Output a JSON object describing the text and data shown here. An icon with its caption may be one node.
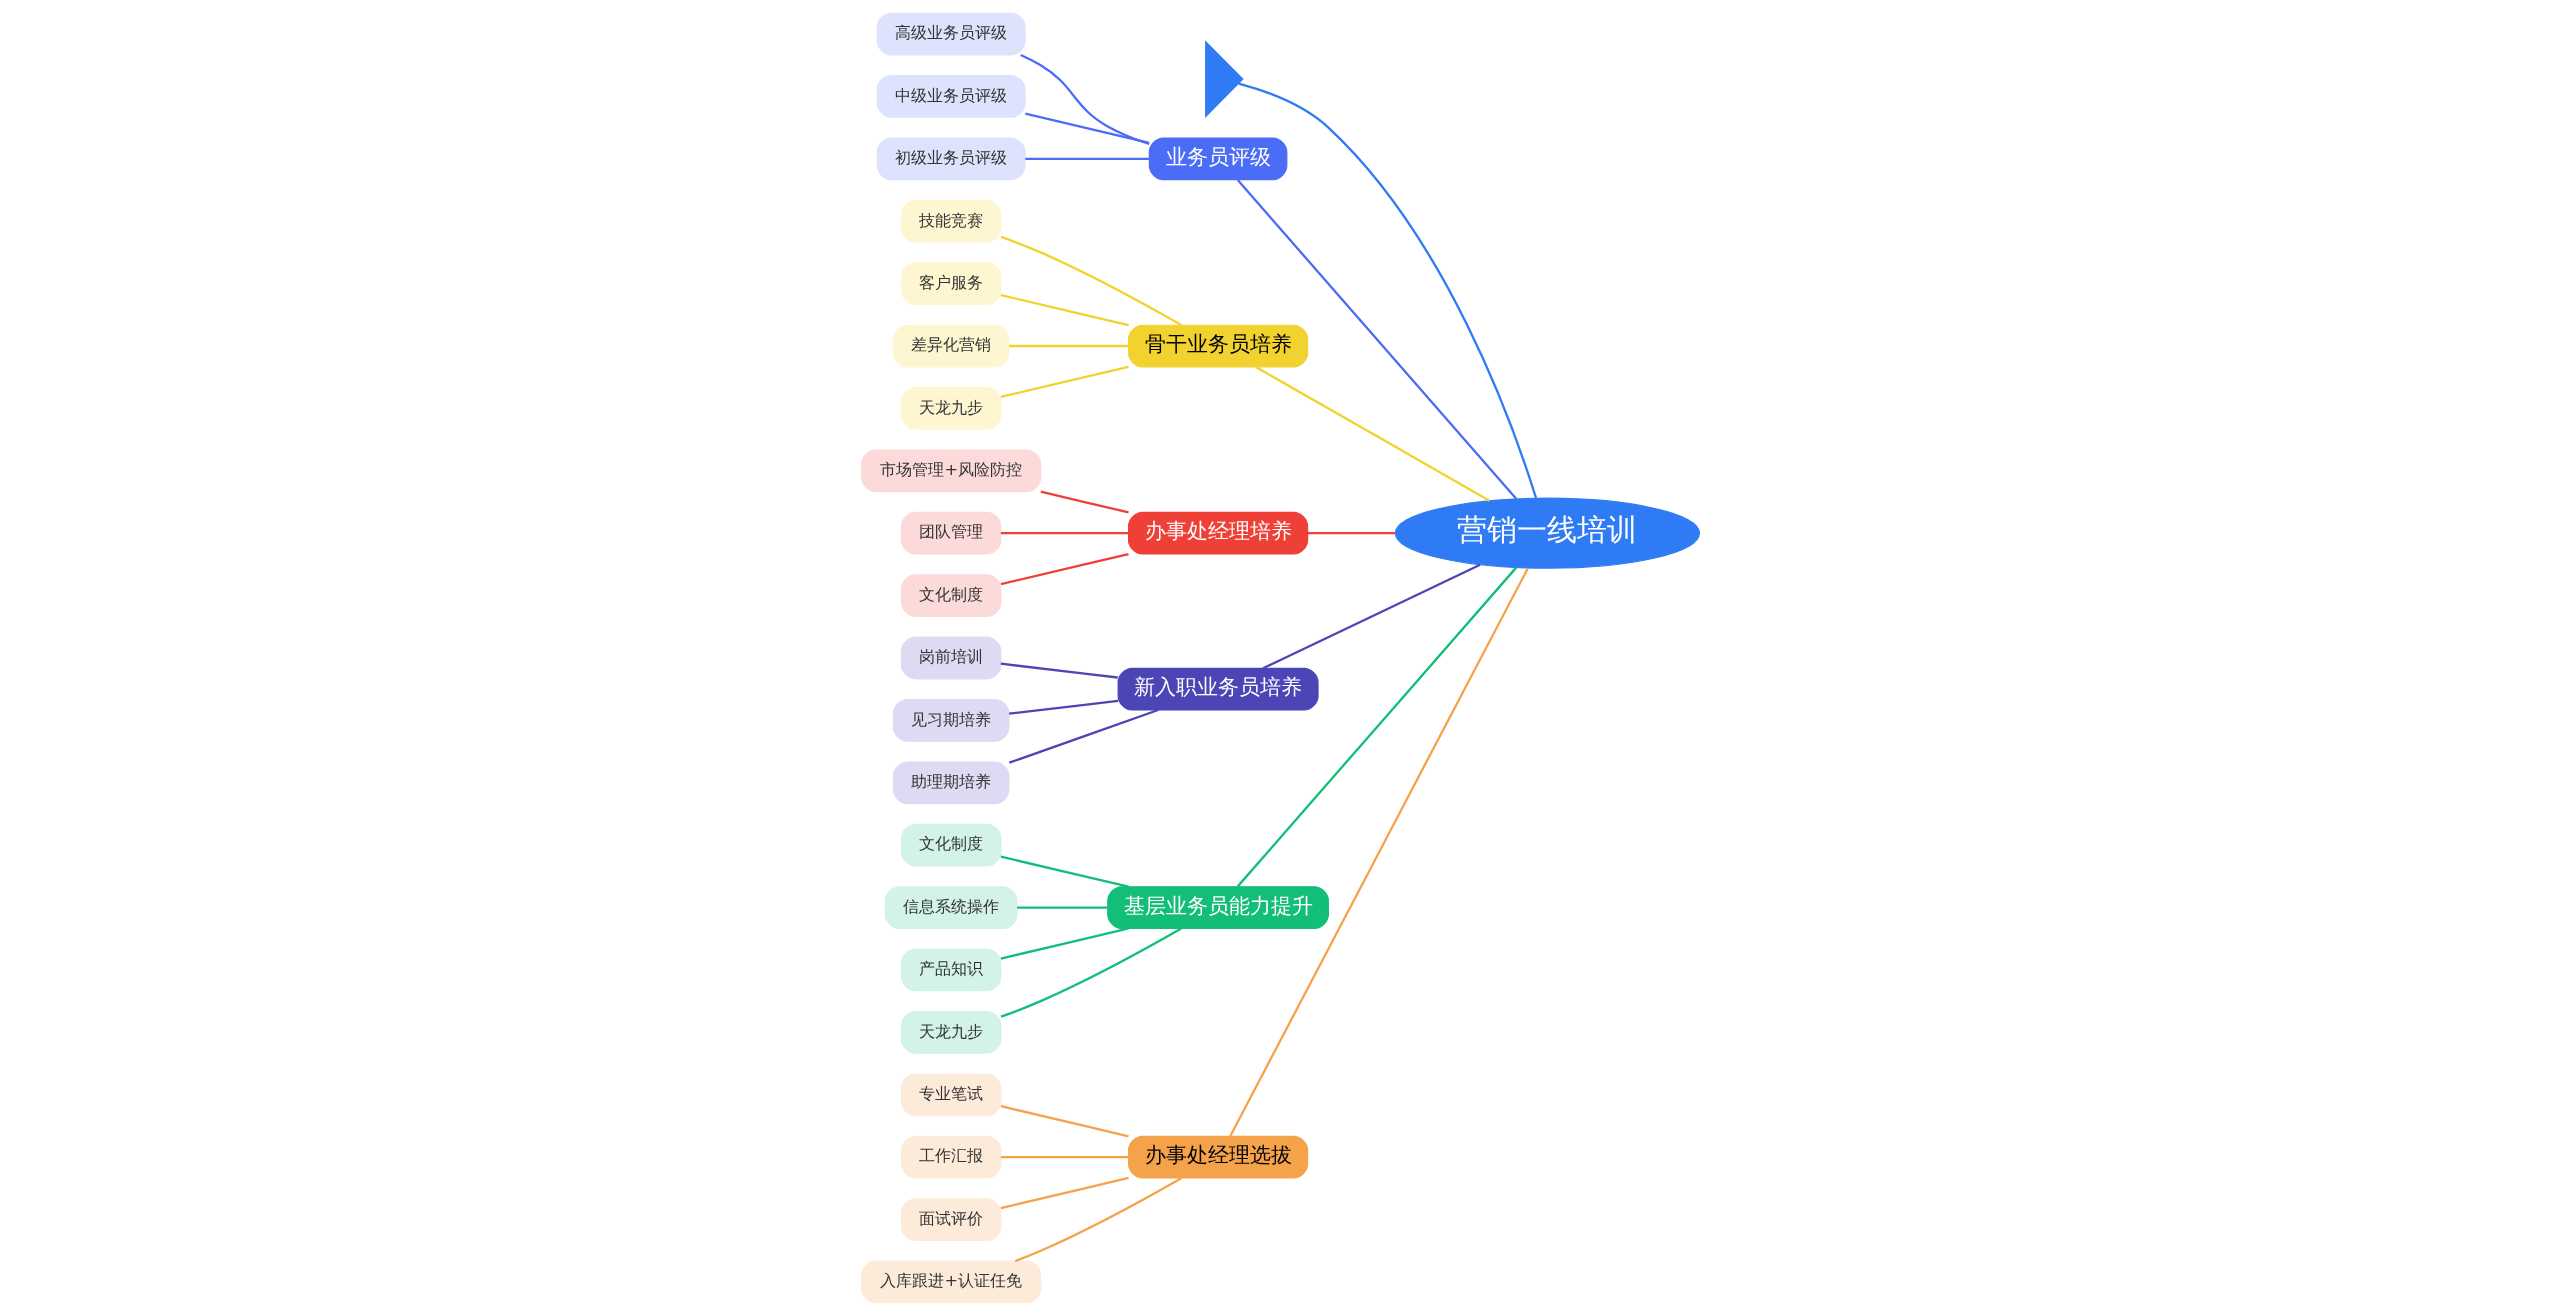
{
  "diagram": {
    "nodes": [
      {
        "text": [],
        "shape": "tail"
      },
      {
        "text": [
          "业务员评级"
        ]
      },
      {
        "text": [
          "高级业务员评级"
        ]
      },
      {
        "text": [
          "中级业务员评级"
        ]
      },
      {
        "text": [
          "初级业务员评级"
        ]
      },
      {
        "text": [
          "骨干业务员培养"
        ]
      },
      {
        "text": [
          "技能竞赛"
        ]
      },
      {
        "text": [
          "客户服务"
        ]
      },
      {
        "text": [
          "差异化营销"
        ]
      },
      {
        "text": [
          "天龙九步"
        ]
      },
      {
        "text": [
          "办事处经理培养"
        ]
      },
      {
        "text": [
          "市场管理+风险防控"
        ]
      },
      {
        "text": [
          "团队管理"
        ]
      },
      {
        "text": [
          "文化制度"
        ]
      },
      {
        "text": [
          "新入职业务员培养"
        ]
      },
      {
        "text": [
          "岗前培训"
        ]
      },
      {
        "text": [
          "见习期培养"
        ]
      },
      {
        "text": [
          "助理期培养"
        ]
      },
      {
        "text": [
          "基层业务员能力提升"
        ]
      },
      {
        "text": [
          "文化制度"
        ]
      },
      {
        "text": [
          "信息系统操作"
        ]
      },
      {
        "text": [
          "产品知识"
        ]
      },
      {
        "text": [
          "天龙九步"
        ]
      },
      {
        "text": [
          "办事处经理选拔"
        ]
      },
      {
        "text": [
          "专业笔试"
        ]
      },
      {
        "text": [
          "工作汇报"
        ]
      },
      {
        "text": [
          "面试评价"
        ]
      },
      {
        "text": [
          "入库跟进+认证任免"
        ]
      },
      {
        "text": [
          "营销一线培训"
        ]
      }
    ],
    "edges": [
      {
        "from": 0,
        "to": 28,
        "arrow": "none",
        "color": "#2f7bf5"
      },
      {
        "from": 1,
        "to": 28,
        "arrow": "none",
        "color": "#4a6cf7"
      },
      {
        "from": 2,
        "to": 1,
        "arrow": "none",
        "color": "#4a6cf7"
      },
      {
        "from": 3,
        "to": 1,
        "arrow": "none",
        "color": "#4a6cf7"
      },
      {
        "from": 4,
        "to": 1,
        "arrow": "none",
        "color": "#4a6cf7"
      },
      {
        "from": 5,
        "to": 28,
        "arrow": "none",
        "color": "#f2d22e"
      },
      {
        "from": 6,
        "to": 5,
        "arrow": "none",
        "color": "#f2d22e"
      },
      {
        "from": 7,
        "to": 5,
        "arrow": "none",
        "color": "#f2d22e"
      },
      {
        "from": 8,
        "to": 5,
        "arrow": "none",
        "color": "#f2d22e"
      },
      {
        "from": 9,
        "to": 5,
        "arrow": "none",
        "color": "#f2d22e"
      },
      {
        "from": 10,
        "to": 28,
        "arrow": "none",
        "color": "#ee4036"
      },
      {
        "from": 11,
        "to": 10,
        "arrow": "none",
        "color": "#ee4036"
      },
      {
        "from": 12,
        "to": 10,
        "arrow": "none",
        "color": "#ee4036"
      },
      {
        "from": 13,
        "to": 10,
        "arrow": "none",
        "color": "#ee4036"
      },
      {
        "from": 14,
        "to": 28,
        "arrow": "none",
        "color": "#4b45b5"
      },
      {
        "from": 15,
        "to": 14,
        "arrow": "none",
        "color": "#4b45b5"
      },
      {
        "from": 16,
        "to": 14,
        "arrow": "none",
        "color": "#4b45b5"
      },
      {
        "from": 17,
        "to": 14,
        "arrow": "none",
        "color": "#4b45b5"
      },
      {
        "from": 18,
        "to": 28,
        "arrow": "none",
        "color": "#12be78"
      },
      {
        "from": 19,
        "to": 18,
        "arrow": "none",
        "color": "#12be78"
      },
      {
        "from": 20,
        "to": 18,
        "arrow": "none",
        "color": "#12be78"
      },
      {
        "from": 21,
        "to": 18,
        "arrow": "none",
        "color": "#12be78"
      },
      {
        "from": 22,
        "to": 18,
        "arrow": "none",
        "color": "#12be78"
      },
      {
        "from": 23,
        "to": 28,
        "arrow": "none",
        "color": "#f5a34a"
      },
      {
        "from": 24,
        "to": 23,
        "arrow": "none",
        "color": "#f5a34a"
      },
      {
        "from": 25,
        "to": 23,
        "arrow": "none",
        "color": "#f5a34a"
      },
      {
        "from": 26,
        "to": 23,
        "arrow": "none",
        "color": "#f5a34a"
      },
      {
        "from": 27,
        "to": 23,
        "arrow": "none",
        "color": "#f5a34a"
      }
    ]
  }
}
